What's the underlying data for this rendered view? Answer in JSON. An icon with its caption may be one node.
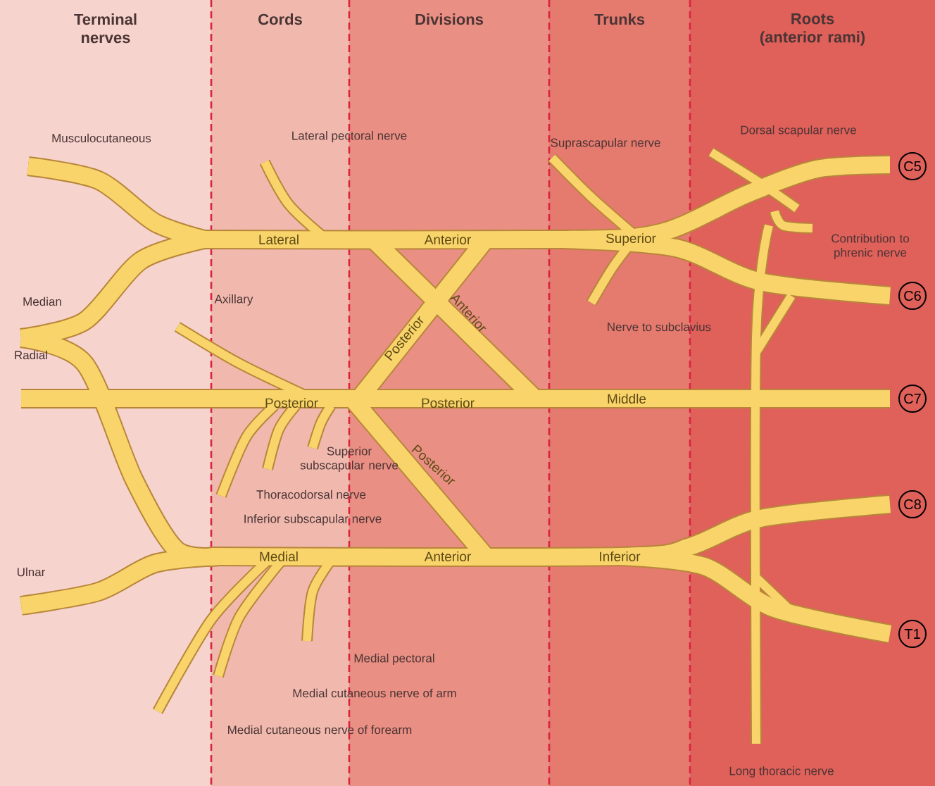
{
  "diagram": {
    "nodes": [
      {
        "text": [
          "Terminal nerves"
        ]
      },
      {
        "text": [
          "Cords"
        ]
      },
      {
        "text": [
          "Divisions"
        ]
      },
      {
        "text": [
          "Trunks"
        ]
      },
      {
        "text": [
          "Roots (anterior rami)"
        ]
      },
      {
        "text": [
          "C5"
        ],
        "in": 4
      },
      {
        "text": [
          "C6"
        ],
        "in": 4
      },
      {
        "text": [
          "C7"
        ],
        "in": 4
      },
      {
        "text": [
          "C8"
        ],
        "in": 4
      },
      {
        "text": [
          "T1"
        ],
        "in": 4
      }
    ],
    "labels": [
      "Musculocutaneous",
      "Lateral pectoral nerve",
      "Suprascapular nerve",
      "Dorsal scapular nerve",
      "Lateral",
      "Anterior",
      "Superior",
      "Contribution to phrenic nerve",
      "Median",
      "Axillary",
      "Anterior",
      "Posterior",
      "Nerve to subclavius",
      "Radial",
      "Posterior",
      "Posterior",
      "Middle",
      "Superior subscapular nerve",
      "Posterior",
      "Thoracodorsal nerve",
      "Inferior subscapular nerve",
      "Ulnar",
      "Medial",
      "Anterior",
      "Inferior",
      "Medial pectoral",
      "Medial cutaneous nerve of arm",
      "Medial cutaneous nerve of forearm",
      "Long thoracic nerve"
    ]
  }
}
